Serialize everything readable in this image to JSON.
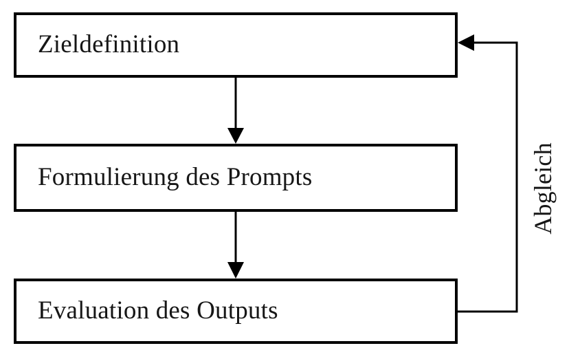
{
  "diagram": {
    "type": "flowchart",
    "orientation": "vertical-with-feedback-loop",
    "title": "",
    "background_color": "#ffffff",
    "stroke_color": "#000000",
    "text_color": "#161616",
    "nodes": [
      {
        "id": "goal",
        "label": "Zieldefinition",
        "shape": "rectangle"
      },
      {
        "id": "prompt",
        "label": "Formulierung des Prompts",
        "shape": "rectangle"
      },
      {
        "id": "eval",
        "label": "Evaluation des Outputs",
        "shape": "rectangle"
      }
    ],
    "edges": [
      {
        "from": "goal",
        "to": "prompt",
        "label": "",
        "arrow": "down"
      },
      {
        "from": "prompt",
        "to": "eval",
        "label": "",
        "arrow": "down"
      },
      {
        "from": "eval",
        "to": "goal",
        "label": "Abgleich",
        "arrow": "feedback-left"
      }
    ],
    "feedback_label": "Abgleich"
  }
}
